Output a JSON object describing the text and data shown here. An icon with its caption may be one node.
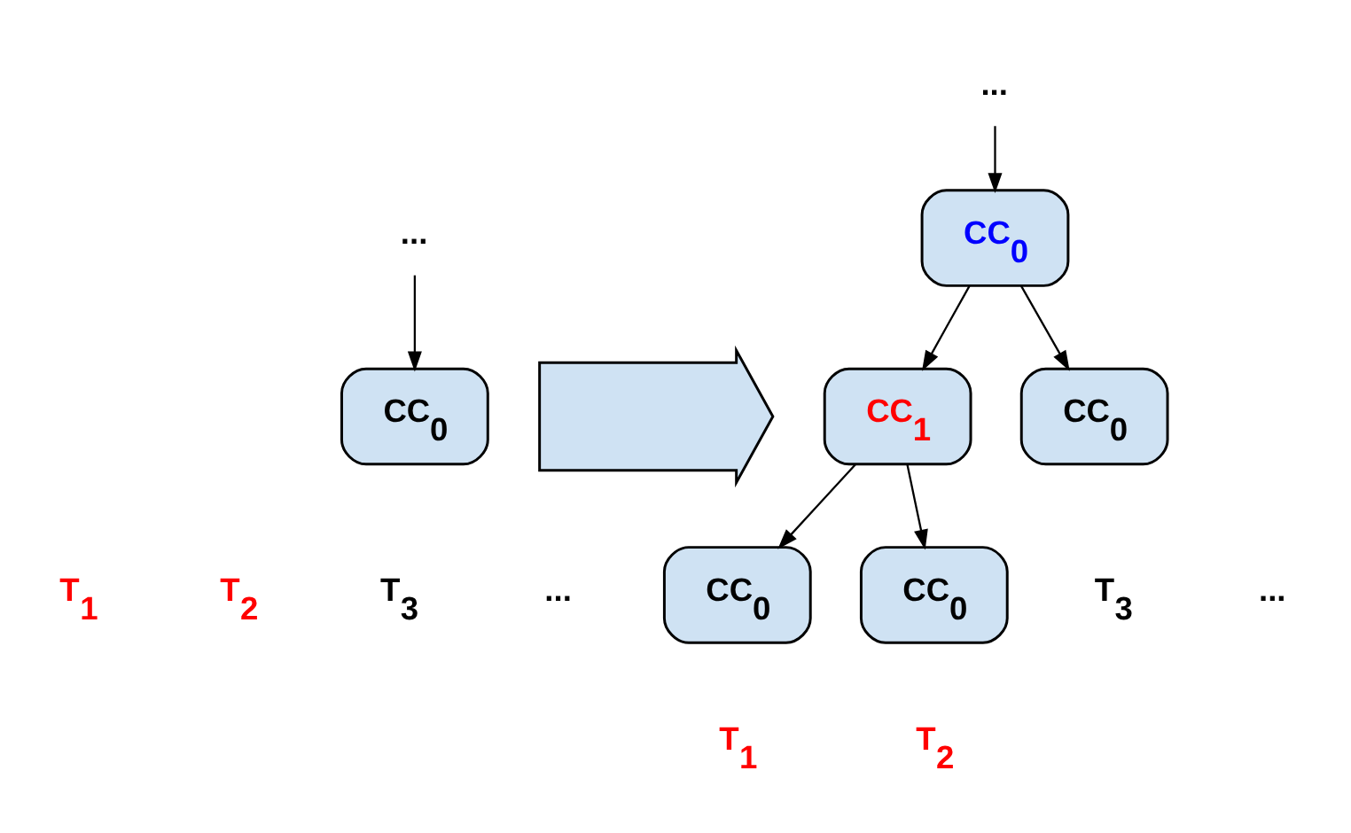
{
  "diagram": {
    "nodes": [
      {
        "text": [
          "..."
        ]
      },
      {
        "text": [
          "CC$_{0}$"
        ]
      },
      {
        "text": [],
        "shape": "arrow"
      },
      {
        "text": [
          "..."
        ]
      },
      {
        "text": [
          "CC$_{0}$"
        ]
      },
      {
        "text": [
          "CC$_{1}$"
        ]
      },
      {
        "text": [
          "CC$_{0}$"
        ]
      },
      {
        "text": [
          "CC$_{0}$"
        ]
      },
      {
        "text": [
          "CC$_{0}$"
        ]
      }
    ],
    "edges": [
      {
        "from": 0,
        "to": 1,
        "arrow": "to"
      },
      {
        "from": 3,
        "to": 4,
        "arrow": "to"
      },
      {
        "from": 4,
        "to": 5,
        "arrow": "to"
      },
      {
        "from": 4,
        "to": 6,
        "arrow": "to"
      },
      {
        "from": 5,
        "to": 7,
        "arrow": "to"
      },
      {
        "from": 5,
        "to": 8,
        "arrow": "to"
      }
    ],
    "labels": [
      "T$_{1}$",
      "T$_{2}$",
      "T$_{3}$",
      "...",
      "T$_{3}$",
      "...",
      "T$_{1}$",
      "T$_{2}$"
    ]
  }
}
